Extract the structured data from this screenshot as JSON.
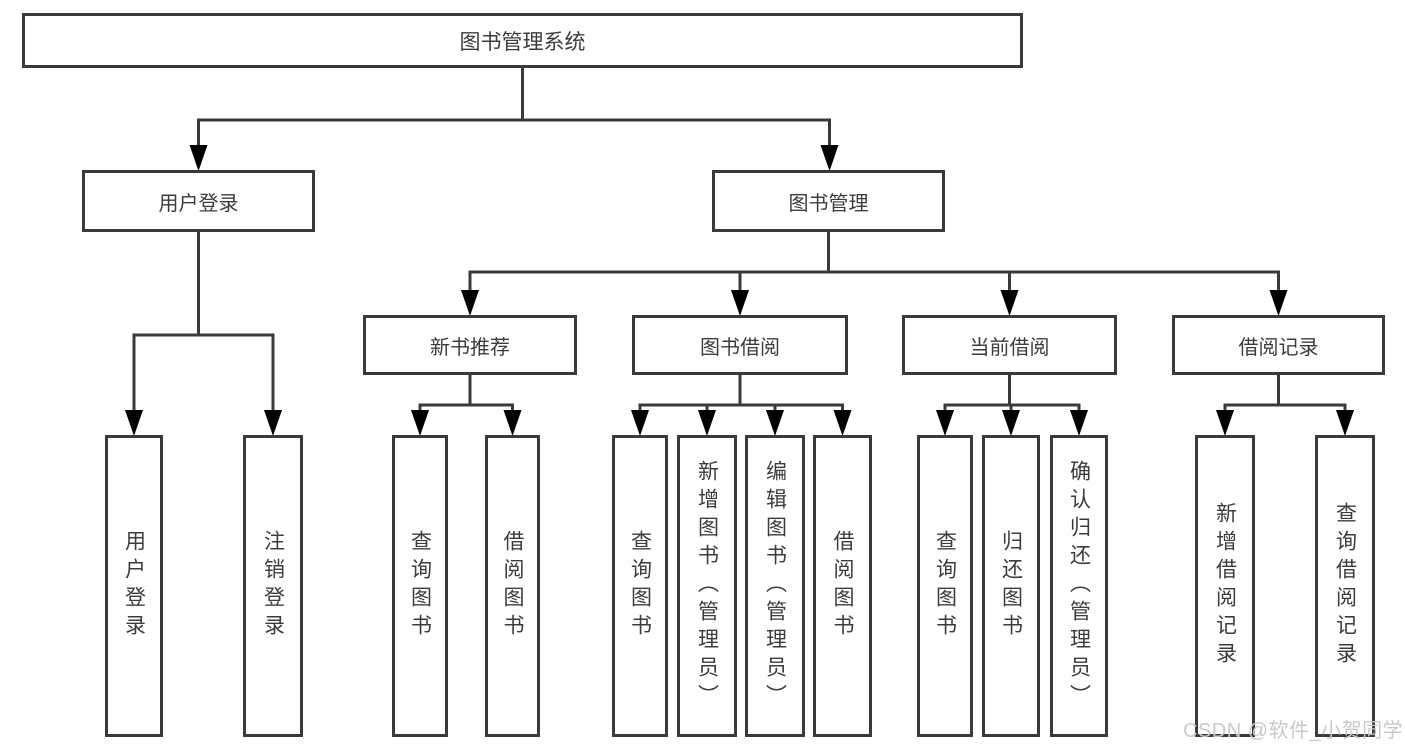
{
  "diagram": {
    "type": "hierarchy-tree",
    "watermark": "CSDN @软件_小贺同学",
    "colors": {
      "line": "#3a3a3a",
      "text": "#3c3c3c",
      "watermark": "#c9c9c9",
      "background": "#ffffff"
    },
    "nodes": {
      "root": {
        "label": "图书管理系统"
      },
      "user_login": {
        "label": "用户登录"
      },
      "book_management": {
        "label": "图书管理"
      },
      "new_book_recommendation": {
        "label": "新书推荐"
      },
      "book_borrowing": {
        "label": "图书借阅"
      },
      "current_borrowing": {
        "label": "当前借阅"
      },
      "borrowing_records": {
        "label": "借阅记录"
      },
      "user_login_leaf": {
        "label": "用户登录"
      },
      "logout": {
        "label": "注销登录"
      },
      "search_books_1": {
        "label": "查询图书"
      },
      "borrow_book_1": {
        "label": "借阅图书"
      },
      "search_books_2": {
        "label": "查询图书"
      },
      "add_book_admin": {
        "label": "新增图书（管理员）"
      },
      "edit_book_admin": {
        "label": "编辑图书（管理员）"
      },
      "borrow_book_2": {
        "label": "借阅图书"
      },
      "search_books_3": {
        "label": "查询图书"
      },
      "return_book": {
        "label": "归还图书"
      },
      "confirm_return_admin": {
        "label": "确认归还（管理员）"
      },
      "add_borrow_record": {
        "label": "新增借阅记录"
      },
      "search_borrow_record": {
        "label": "查询借阅记录"
      }
    },
    "hierarchy": {
      "图书管理系统": {
        "用户登录": [
          "用户登录",
          "注销登录"
        ],
        "图书管理": {
          "新书推荐": [
            "查询图书",
            "借阅图书"
          ],
          "图书借阅": [
            "查询图书",
            "新增图书（管理员）",
            "编辑图书（管理员）",
            "借阅图书"
          ],
          "当前借阅": [
            "查询图书",
            "归还图书",
            "确认归还（管理员）"
          ],
          "借阅记录": [
            "新增借阅记录",
            "查询借阅记录"
          ]
        }
      }
    }
  }
}
